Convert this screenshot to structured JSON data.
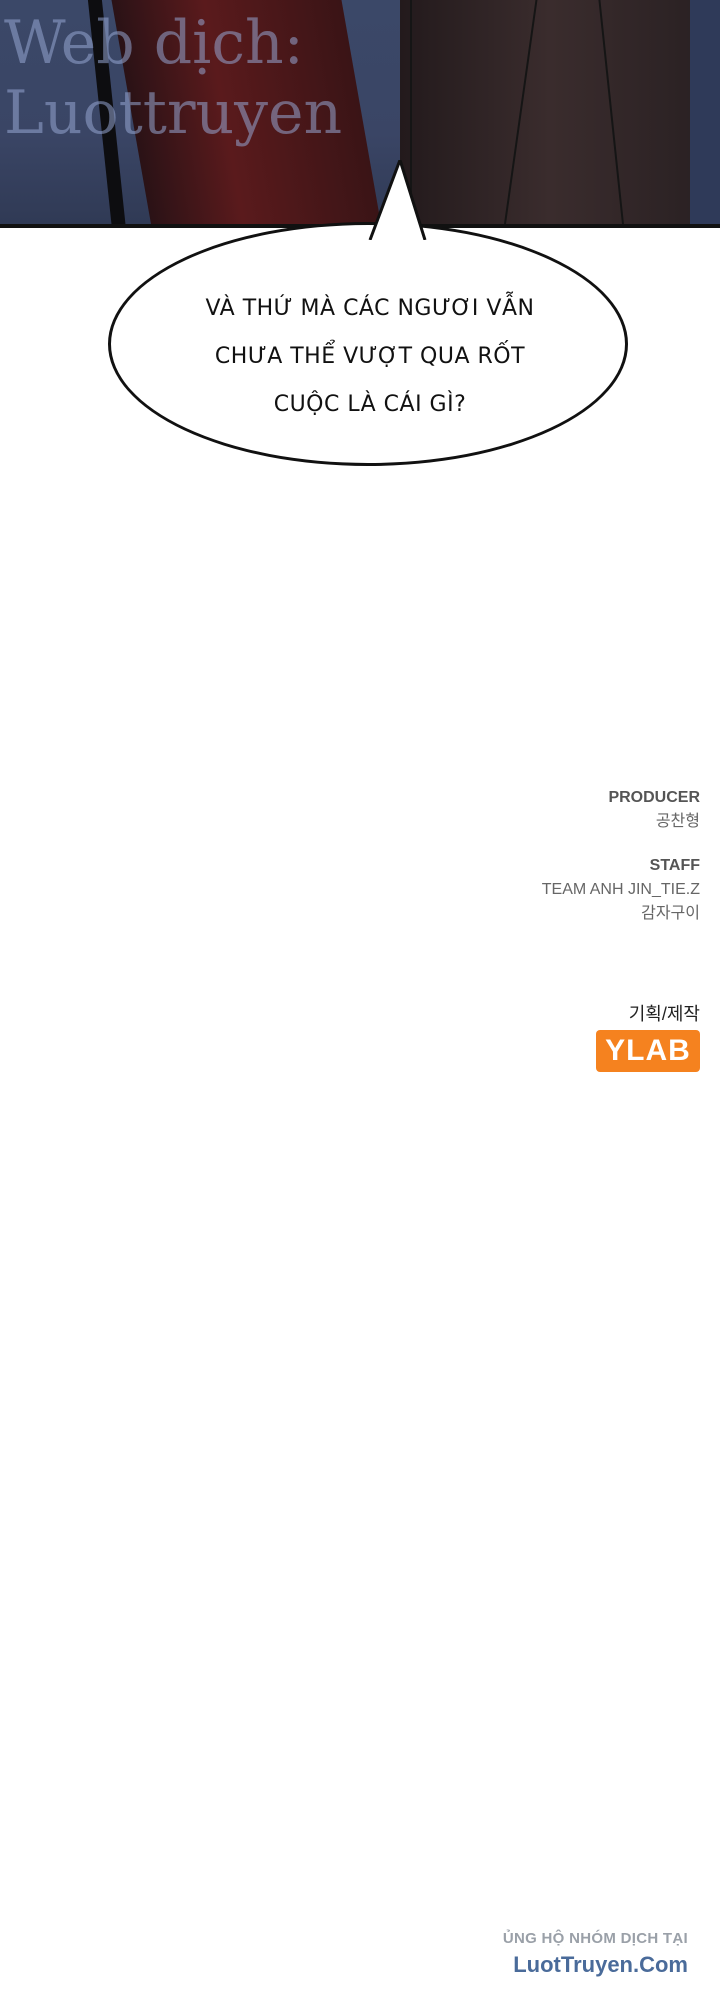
{
  "panel": {
    "watermark": "Web dịch:\nLuottruyen"
  },
  "speech_bubble": {
    "lines": [
      "VÀ THỨ MÀ CÁC NGƯƠI VẪN",
      "CHƯA THỂ VƯỢT QUA RỐT",
      "CUỘC LÀ CÁI GÌ?"
    ]
  },
  "credits": {
    "producer_label": "PRODUCER",
    "producer_name": "공찬형",
    "staff_label": "STAFF",
    "staff_names": [
      "TEAM ANH JIN_TIE.Z",
      "감자구이"
    ],
    "planning_label": "기획/제작",
    "logo_text": "YLAB"
  },
  "footer": {
    "support_text": "ỦNG HỘ NHÓM DỊCH TẠI",
    "site_text": "LuotTruyen.Com"
  },
  "colors": {
    "logo_orange": "#f5821f",
    "site_blue": "#4a6b9a"
  }
}
